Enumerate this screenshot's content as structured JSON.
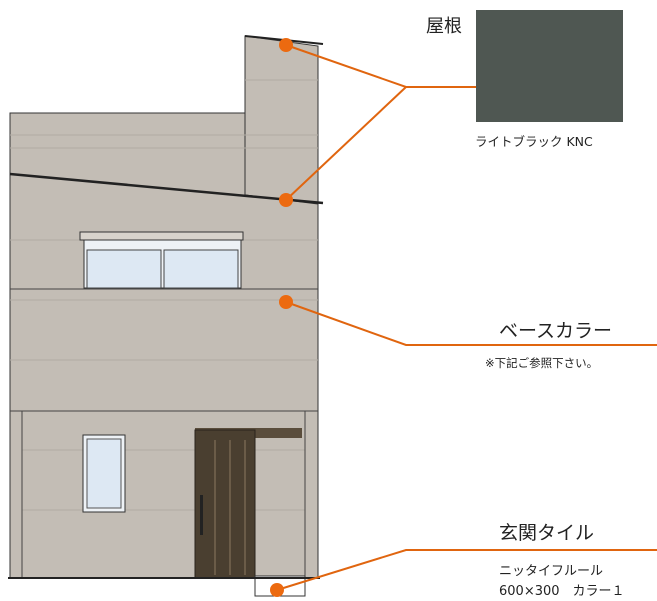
{
  "roof": {
    "title": "屋根",
    "color_name": "ライトブラック KNC",
    "swatch_color": "#4f5752"
  },
  "base": {
    "title": "ベースカラー",
    "note": "※下記ご参照下さい。"
  },
  "entrance_tile": {
    "title": "玄関タイル",
    "product": "ニッタイフルール",
    "size_color": "600×300　カラー１"
  },
  "colors": {
    "siding": "#c3bdb5",
    "siding_line": "#b1aba3",
    "outline": "#333333",
    "window_glass": "#dde8f3",
    "door": "#4a3f30",
    "leader": "#e0650f",
    "marker": "#ec6a10"
  }
}
